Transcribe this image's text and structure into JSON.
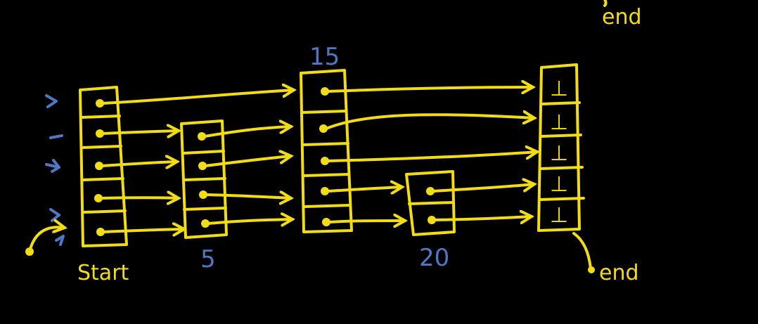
{
  "colors": {
    "background": "#000000",
    "ink": "#f2dc12",
    "label_ink": "#4f78c4"
  },
  "labels": {
    "top_end": "end",
    "start": "Start",
    "end": "end",
    "node_5": "5",
    "node_15": "15",
    "node_20": "20",
    "null_marker": "⊥"
  }
}
